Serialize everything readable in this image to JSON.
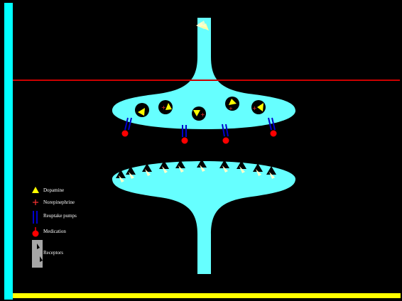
{
  "colors": {
    "background": "#000000",
    "neuron": "#66ffff",
    "membrane_line": "#cc0000",
    "left_bar": "#00ffff",
    "bottom_bar": "#ffff00",
    "dopamine": "#ffff00",
    "norepinephrine": "#ff3333",
    "reuptake_pump": "#0000cc",
    "medication": "#ff0000",
    "receptor": "#a6a6a6",
    "vesicle": "#000000"
  },
  "legend": {
    "dopamine": {
      "label": "Dopamine",
      "icon": "yellow-triangle-icon"
    },
    "norepinephrine": {
      "label": "Norepinephrine",
      "icon": "red-plus-icon"
    },
    "reuptake": {
      "label": "Reuptake pumps",
      "icon": "blue-pump-icon"
    },
    "medication": {
      "label": "Medication",
      "icon": "red-pin-icon"
    },
    "receptors": {
      "label": "Receptors",
      "icon": "gray-receptor-icon"
    }
  }
}
